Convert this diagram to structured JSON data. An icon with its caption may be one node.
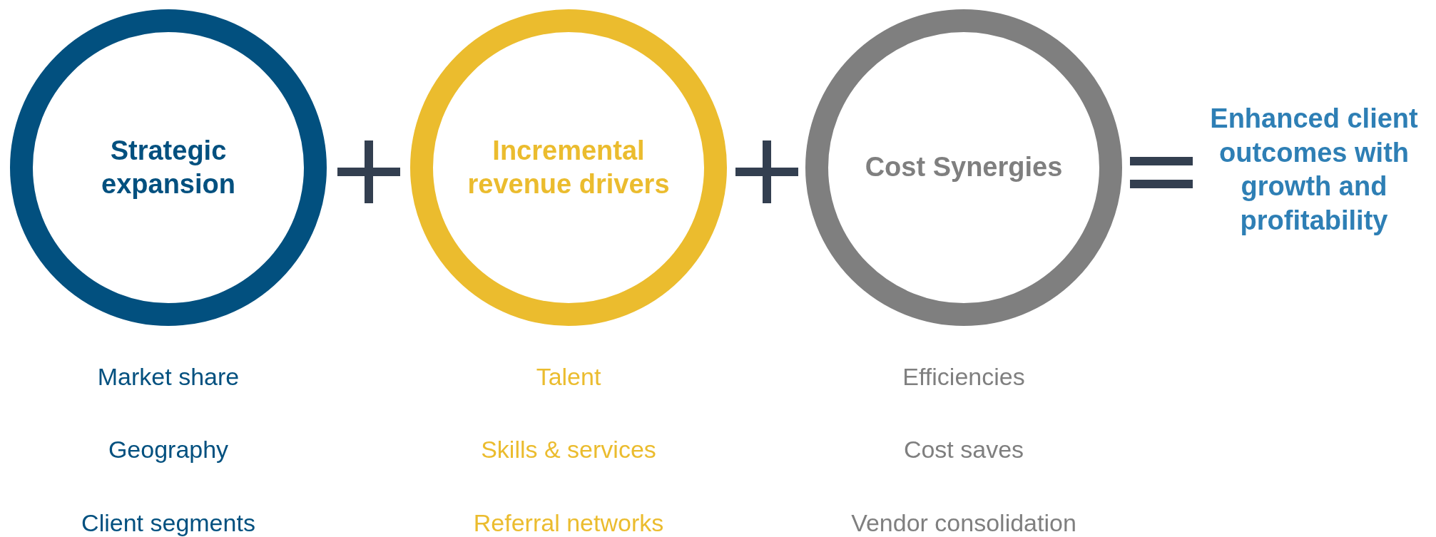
{
  "diagram": {
    "nodes": [
      {
        "text": [
          "Strategic expansion"
        ],
        "beside": [
          "Market share",
          "Geography",
          "Client segments"
        ]
      },
      {
        "text": [
          "Incremental revenue drivers"
        ],
        "beside": [
          "Talent",
          "Skills & services",
          "Referral networks"
        ]
      },
      {
        "text": [
          "Cost Synergies"
        ],
        "beside": [
          "Efficiencies",
          "Cost saves",
          "Vendor consolidation"
        ]
      },
      {
        "text": [
          "Enhanced client outcomes with growth and profitability"
        ]
      }
    ]
  }
}
